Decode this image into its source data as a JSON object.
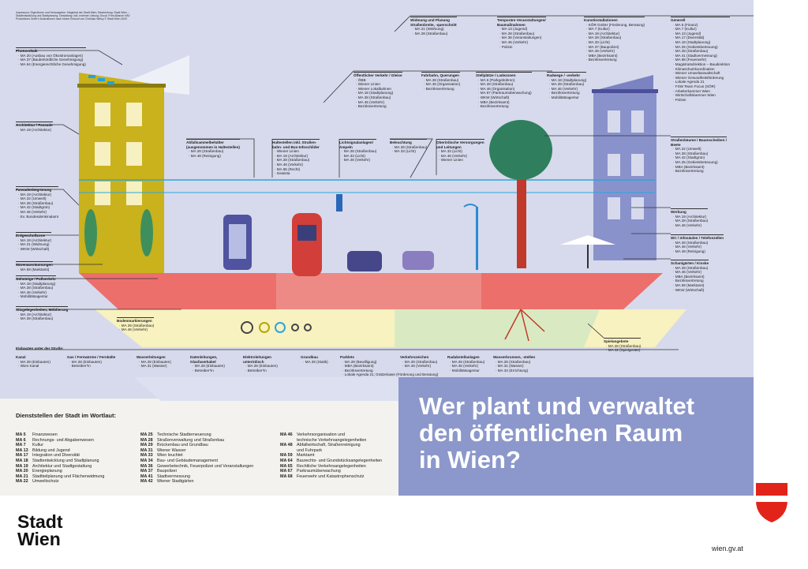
{
  "credit": "Impressum: Eigentümer und Herausgeber: Magistrat der Stadt Wien, Bearbeitung: Stadt Wien – Stadtentwicklung und Stadtplanung; Gestaltung: inkl. externer Leitung; Druck: Print Alliance HAV Produktions GmbH; Illustrationen nach einem Entwurf von Christian Wiesy © Stadt Wien 2020",
  "labels": [
    {
      "title": "Photovoltaik",
      "items": [
        "MA 20 (Ausbau von Ökostromanlagen)",
        "MA 37 (Baubehördliche Genehmigung)",
        "MA 64 (Energierechtliche Genehmigung)"
      ]
    },
    {
      "title": "Architektur / Fassade",
      "items": [
        "MA 19 (Architektur)"
      ]
    },
    {
      "title": "Fassadenbegrünung",
      "items": [
        "MA 19 (Architektur)",
        "MA 22 (Umwelt)",
        "MA 28 (Straßenbau)",
        "MA 42 (Stadtgrün)",
        "MA 46 (Verkehr)",
        "Ev. Bundesdenkmalamt"
      ]
    },
    {
      "title": "Erdgeschoßzone",
      "items": [
        "MA 19 (Architektur)",
        "MA 21 (Widmung)",
        "WKW (Wirtschaft)"
      ]
    },
    {
      "title": "Warenausräumungen",
      "items": [
        "MA 59 (Marktamt)"
      ]
    },
    {
      "title": "Gehsteige / Fußverkehr",
      "items": [
        "MA 18 (Stadtplanung)",
        "MA 28 (Straßenbau)",
        "MA 46 (Verkehr)",
        "Mobilitätsagentur"
      ]
    },
    {
      "title": "Sitzgelegenheiten, Möblierung",
      "items": [
        "MA 19 (Architektur)",
        "MA 28 (Straßenbau)"
      ]
    },
    {
      "title": "Bodenmarkierungen",
      "items": [
        "MA 28 (Straßenbau)",
        "MA 46 (Verkehr)"
      ]
    },
    {
      "title": "Abfallsammelbehälter\n(ausgenommen in Haltestellen)",
      "items": [
        "MA 28 (Straßenbau)",
        "MA 48 (Reinigung)"
      ]
    },
    {
      "title": "Haltestellen inkl. Straßen-\nbahn- und Bus-Infoschilder",
      "items": [
        "Wiener Linien",
        "MA 19 (Architektur)",
        "MA 28 (Straßenbau)",
        "MA 46 (Verkehr)",
        "MA 65 (Recht)",
        "Gewista"
      ]
    },
    {
      "title": "Lichtsignalanlagen/\nAmpeln",
      "items": [
        "MA 28 (Straßenbau)",
        "MA 33 (Licht)",
        "MA 46 (Verkehr)"
      ]
    },
    {
      "title": "Beleuchtung",
      "items": [
        "MA 28 (Straßenbau)",
        "MA 33 (Licht)"
      ]
    },
    {
      "title": "Oberirdische Versorgungen\nund Leitungen",
      "items": [
        "MA 33 (Licht)",
        "MA 46 (Verkehr)",
        "Wiener Linien"
      ]
    },
    {
      "title": "Öffentlicher Verkehr / Gleise",
      "items": [
        "ÖBB",
        "Wiener Linien",
        "Wiener Lokalbahnen",
        "MA 18 (Stadtplanung)",
        "MA 28 (Straßenbau)",
        "MA 46 (Verkehr)",
        "Bezirksvertretung"
      ]
    },
    {
      "title": "Fahrbahn, Querungen",
      "items": [
        "MA 28 (Straßenbau)",
        "MA 46 (Organisation)",
        "Bezirksvertretung"
      ]
    },
    {
      "title": "Stellplätze / Ladezonen",
      "items": [
        "MA 6 (Parkgebühren)",
        "MA 28 (Straßenbau)",
        "MA 46 (Organisation)",
        "MA 67 (Parkraumüberwachung)",
        "WKW (Wirtschaft)",
        "MBA (Bezirksamt)",
        "Bezirksvertretung"
      ]
    },
    {
      "title": "Radwege / -verkehr",
      "items": [
        "MA 18 (Stadtplanung)",
        "MA 28 (Straßenbau)",
        "MA 46 (Verkehr)",
        "Bezirksvertretung",
        "Mobilitätsagentur"
      ]
    },
    {
      "title": "Widmung und Planung\nStraßenbreite, -querschnitt",
      "items": [
        "MA 21 (Widmung)",
        "MA 28 (Straßenbau)"
      ]
    },
    {
      "title": "Temporäre Veranstaltungen/\nBaumaßnahmen",
      "items": [
        "MA 13 (Jugend)",
        "MA 28 (Straßenbau)",
        "MA 36 (Veranstaltungen)",
        "MA 46 (Verkehr)",
        "Polizei"
      ]
    },
    {
      "title": "Kunstinstallationen",
      "items": [
        "KÖR GmbH (Förderung, Beratung)",
        "MA 7 (Kultur)",
        "MA 19 (Architektur)",
        "MA 28 (Straßenbau)",
        "MA 33 (Licht)",
        "MA 37 (Baupolizei)",
        "MA 46 (Verkehr)",
        "MBA (Bezirksamt)",
        "Bezirksvertretung"
      ]
    },
    {
      "title": "Generell",
      "items": [
        "MA 5 (Finanz)",
        "MA 7 (Kultur)",
        "MA 13 (Jugend)",
        "MA 17 (Diversität)",
        "MA 18 (Stadtplanung)",
        "MA 25 (Gebietsbetreuung)",
        "MA 28 (Straßenbau)",
        "MA 41 (Stadtvermessung)",
        "MA 68 (Feuerwehr)",
        "Magistratsdirektion – Baudirektion",
        "Klimaschutzkoordination",
        "Wiener Umweltanwaltschaft",
        "Wiener Gesundheitsförderung",
        "Lokale Agenda 21",
        "FSW Team Focus (SÖR)",
        "Arbeiterkammer Wien",
        "Wirtschaftskammer Wien",
        "Polizei"
      ]
    },
    {
      "title": "Straßenbäume / Baumscheiben /\nBeete",
      "items": [
        "MA 22 (Umwelt)",
        "MA 28 (Straßenbau)",
        "MA 42 (Stadtgrün)",
        "MA 25 (Gebietsbetreuung)",
        "MBA (Bezirksamt)",
        "Bezirksvertretung"
      ]
    },
    {
      "title": "Werbung",
      "items": [
        "MA 19 (Architektur)",
        "MA 28 (Straßenbau)",
        "MA 46 (Verkehr)"
      ]
    },
    {
      "title": "WC / Infosäulen / Telefonzellen",
      "items": [
        "MA 28 (Straßenbau)",
        "MA 46 (Verkehr)",
        "MA 48 (Reinigung)"
      ]
    },
    {
      "title": "Schanigärten / Kioske",
      "items": [
        "MA 28 (Straßenbau)",
        "MA 46 (Verkehr)",
        "MBA (Bezirksamt)",
        "Bezirksvertretung",
        "MA 59 (Marktamt)",
        "WKW (Wirtschaft)"
      ]
    },
    {
      "title": "Spielangebote",
      "items": [
        "MA 28 (Straßenbau)",
        "MA 42 (Spielgeräte)"
      ]
    },
    {
      "title": "Einbauten unter der Straße:",
      "items": []
    },
    {
      "title": "Kanal",
      "items": [
        "MA 28 (Einbauten)",
        "Wien Kanal"
      ]
    },
    {
      "title": "Gas / Fernwärme / Fernkälte",
      "items": [
        "MA 28 (Einbauten)",
        "Betreiber*in"
      ]
    },
    {
      "title": "Wasserleitungen",
      "items": [
        "MA 28 (Einbauten)",
        "MA 31 (Wasser)"
      ]
    },
    {
      "title": "Datenleitungen,\nGlasfaserkabel",
      "items": [
        "MA 28 (Einbauten)",
        "Betreiber*in"
      ]
    },
    {
      "title": "Elektroleitungen\nunterirdisch",
      "items": [
        "MA 28 (Einbauten)",
        "Betreiber*in"
      ]
    },
    {
      "title": "Grundbau",
      "items": [
        "MA 29 (Statik)"
      ]
    },
    {
      "title": "Parklets",
      "items": [
        "MA 28 (Bewilligung)",
        "MBA (Bezirksamt)",
        "Bezirksvertretung",
        "Lokale Agenda 21; Grätzeloase (Förderung und Beratung)"
      ]
    },
    {
      "title": "Verkehrszeichen",
      "items": [
        "MA 28 (Straßenbau)",
        "MA 46 (Verkehr)"
      ]
    },
    {
      "title": "Radabstellanlagen",
      "items": [
        "MA 28 (Straßenbau)",
        "MA 46 (Verkehr)",
        "Mobilitätsagentur"
      ]
    },
    {
      "title": "Wasserbrunnen, -stellen",
      "items": [
        "MA 28 (Straßenbau)",
        "MA 31 (Wasser)",
        "MA 34 (Errichtung)"
      ]
    }
  ],
  "title": [
    "Wer plant und verwaltet",
    "den öffentlichen Raum",
    "in Wien?"
  ],
  "dienststellen_heading": "Dienststellen der Stadt im Wortlaut:",
  "dienststellen": [
    [
      [
        "MA 5",
        "Finanzwesen"
      ],
      [
        "MA 6",
        "Rechnungs- und Abgabenwesen"
      ],
      [
        "MA 7",
        "Kultur"
      ],
      [
        "MA 13",
        "Bildung und Jugend"
      ],
      [
        "MA 17",
        "Integration und Diversität"
      ],
      [
        "MA 18",
        "Stadtentwicklung und Stadtplanung"
      ],
      [
        "MA 19",
        "Architektur und Stadtgestaltung"
      ],
      [
        "MA 20",
        "Energieplanung"
      ],
      [
        "MA 21",
        "Stadtteilplanung und Flächenwidmung"
      ],
      [
        "MA 22",
        "Umweltschutz"
      ]
    ],
    [
      [
        "MA 25",
        "Technische Stadterneuerung"
      ],
      [
        "MA 28",
        "Straßenverwaltung und Straßenbau"
      ],
      [
        "MA 29",
        "Brückenbau und Grundbau"
      ],
      [
        "MA 31",
        "Wiener Wasser"
      ],
      [
        "MA 33",
        "Wien leuchtet"
      ],
      [
        "MA 34",
        "Bau- und Gebäudemanagement"
      ],
      [
        "MA 36",
        "Gewerbetechnik, Feuerpolizei und Veranstaltungen"
      ],
      [
        "MA 37",
        "Baupolizei"
      ],
      [
        "MA 41",
        "Stadtvermessung"
      ],
      [
        "MA 42",
        "Wiener Stadtgärten"
      ]
    ],
    [
      [
        "MA 46",
        "Verkehrsorganisation und"
      ],
      [
        "",
        "technische Verkehrsangelegenheiten"
      ],
      [
        "MA 48",
        "Abfallwirtschaft, Straßenreinigung"
      ],
      [
        "",
        "und Fuhrpark"
      ],
      [
        "MA 59",
        "Marktamt"
      ],
      [
        "MA 64",
        "Baurechts- und Grundstücksangelegenheiten"
      ],
      [
        "MA 65",
        "Rechtliche Verkehrsangelegenheiten"
      ],
      [
        "MA 67",
        "Parkraumüberwachung"
      ],
      [
        "MA 68",
        "Feuerwehr und Katastrophenschutz"
      ]
    ]
  ],
  "footer": {
    "logo_line1": "Stadt",
    "logo_line2": "Wien",
    "url": "wien.gv.at"
  },
  "colors": {
    "background": "#d6daec",
    "title_box": "#8c98cb",
    "building_left": "#c9b21c",
    "building_right": "#8088c4",
    "sidewalk": "#ec6f6b",
    "accent_red": "#e2231a"
  }
}
